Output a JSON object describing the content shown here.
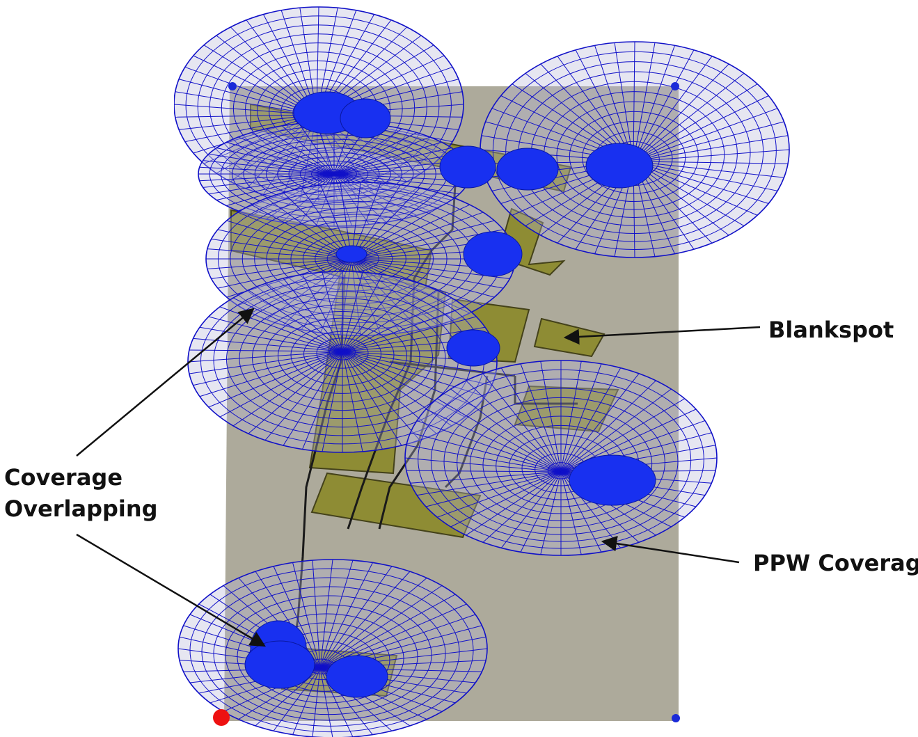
{
  "callouts": {
    "blankspot": "Blankspot",
    "ppw_coverage": "PPW Coverage",
    "coverage_overlapping_line1": "Coverage",
    "coverage_overlapping_line2": "Overlapping"
  },
  "colors": {
    "floor": "#a9a596",
    "wireframe": "#1010c8",
    "access_point": "#1830f0",
    "building_block": "#8c8a2c",
    "path_line": "#1a1a1a",
    "origin_marker": "#ee1111",
    "corner_marker": "#1a2ad8",
    "label_text": "#111111"
  },
  "icons": {
    "origin_marker": "red-origin-dot",
    "corner_marker": "blue-corner-dot"
  }
}
